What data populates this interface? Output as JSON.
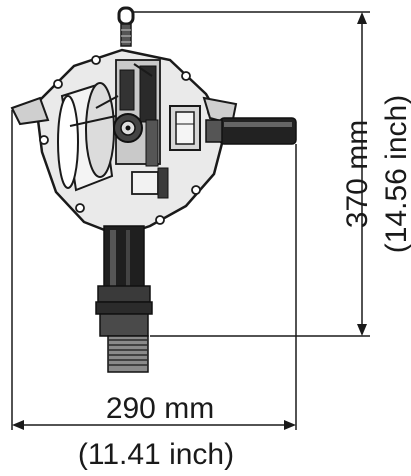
{
  "dimensions": {
    "height": {
      "metric": "370 mm",
      "imperial": "(14.56 inch)"
    },
    "width": {
      "metric": "290 mm",
      "imperial": "(11.41 inch)"
    }
  },
  "colors": {
    "line": "#1a1a1a",
    "body_fill": "#e9e9e9",
    "dark": "#222222",
    "mid": "#8a8a8a"
  }
}
